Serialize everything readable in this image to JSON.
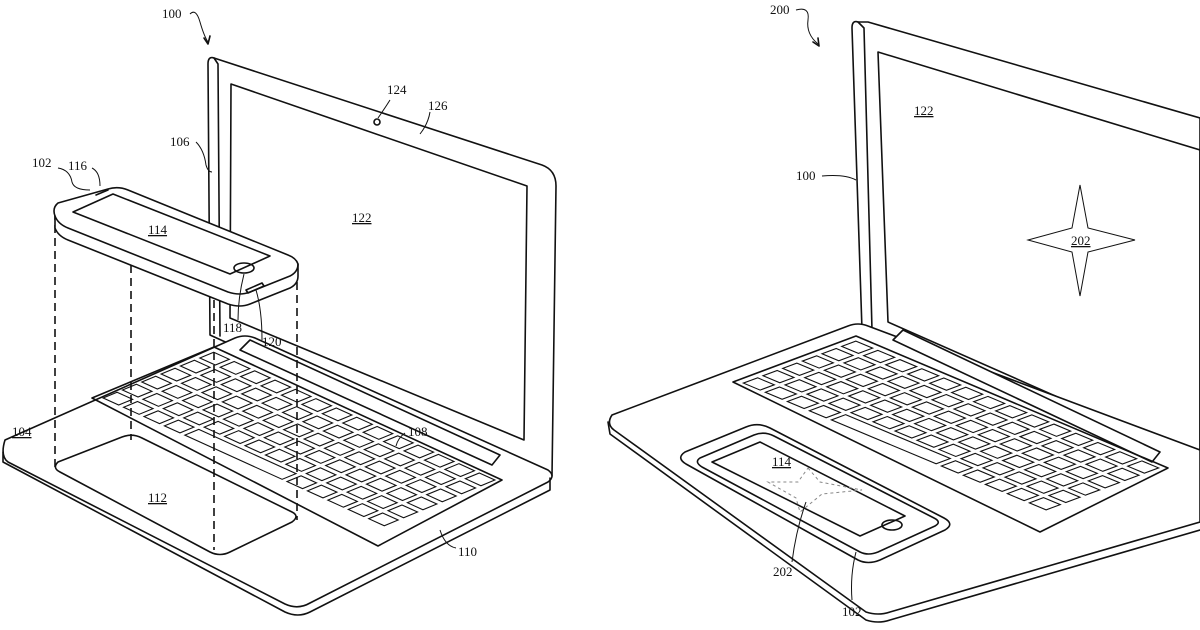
{
  "figures": [
    {
      "ref": "100",
      "labels": {
        "l102": "102",
        "l116": "116",
        "l106": "106",
        "l124": "124",
        "l126": "126",
        "l114": "114",
        "l122": "122",
        "l118": "118",
        "l120": "120",
        "l104": "104",
        "l108": "108",
        "l112": "112",
        "l110": "110"
      }
    },
    {
      "ref": "200",
      "labels": {
        "l100": "100",
        "l122": "122",
        "l202a": "202",
        "l114": "114",
        "l202b": "202",
        "l102": "102"
      }
    }
  ]
}
